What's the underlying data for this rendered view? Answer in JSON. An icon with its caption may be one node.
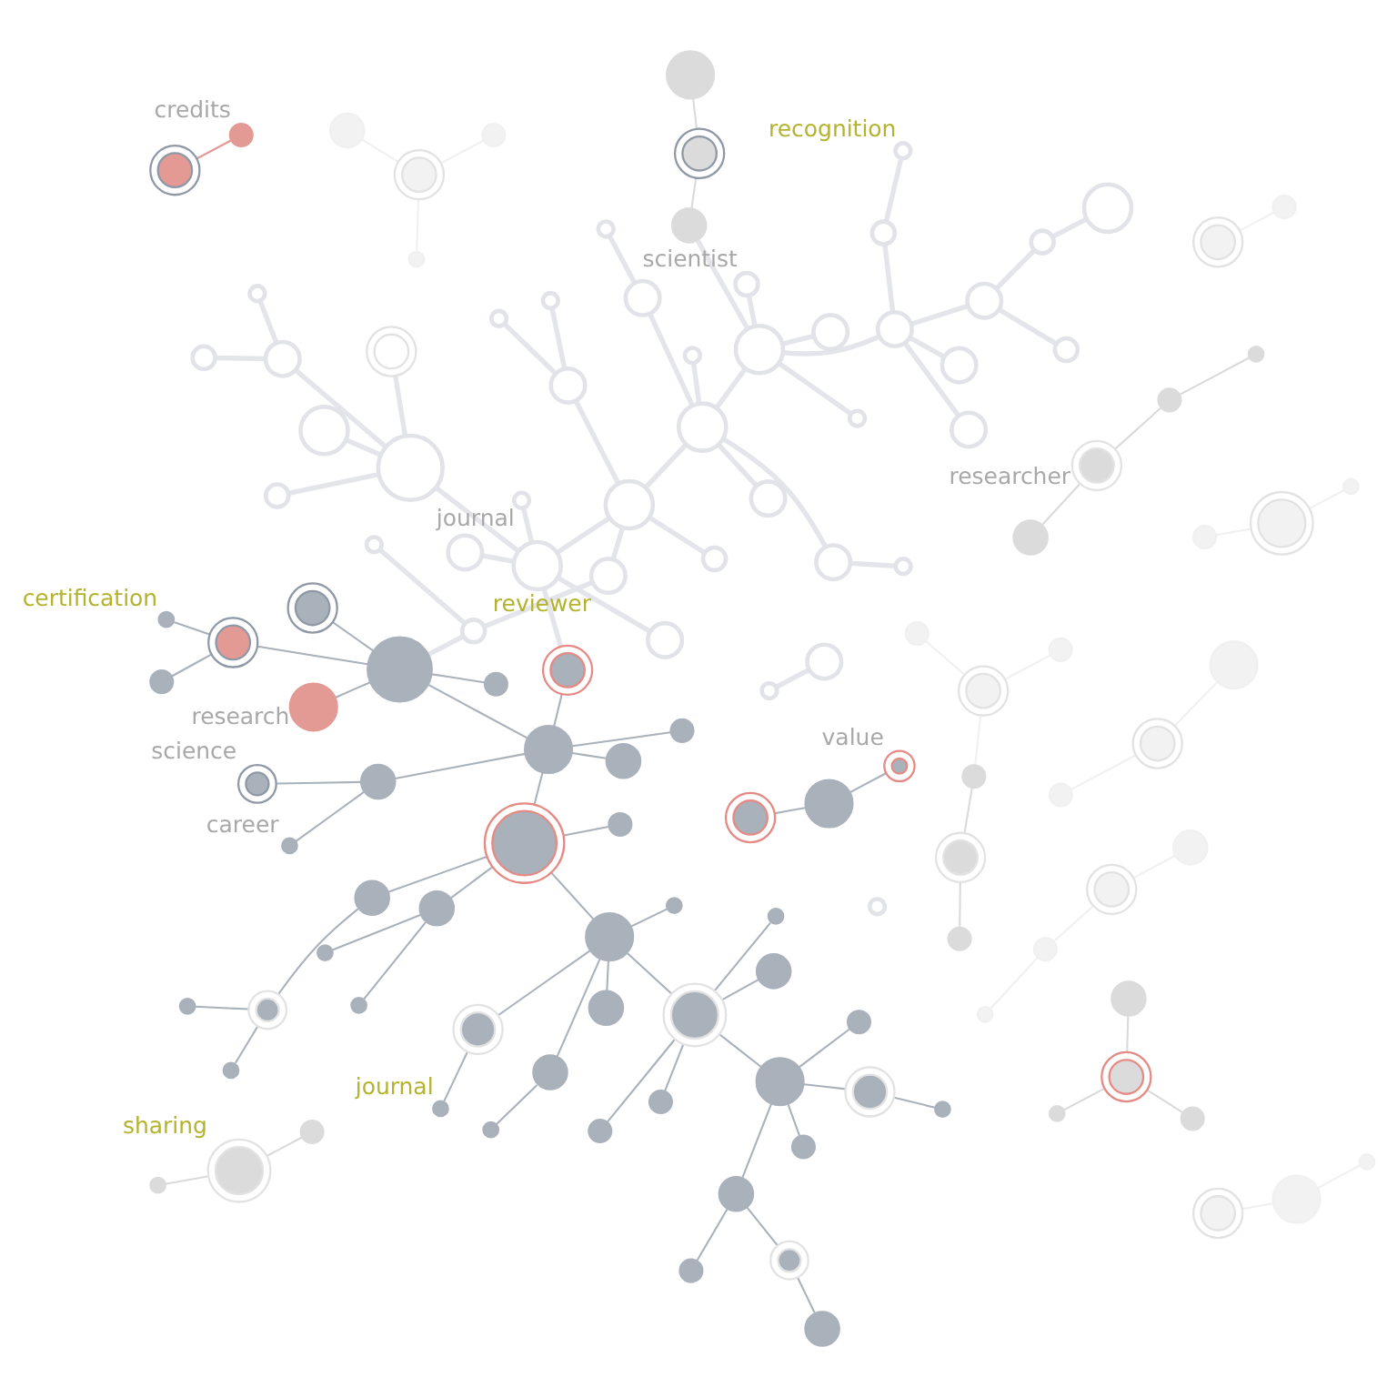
{
  "diagram": {
    "nodes": [
      {
        "text": [],
        "shape": "circle"
      },
      {
        "text": [],
        "shape": "circle"
      },
      {
        "text": [],
        "shape": "circle"
      },
      {
        "text": [],
        "shape": "circle"
      },
      {
        "text": [],
        "shape": "circle"
      },
      {
        "text": [],
        "shape": "circle"
      },
      {
        "text": [],
        "shape": "circle"
      },
      {
        "text": [],
        "shape": "circle"
      },
      {
        "text": [],
        "shape": "circle",
        "beside": [
          "value"
        ]
      },
      {
        "text": [],
        "shape": "circle"
      },
      {
        "text": [],
        "shape": "circle"
      },
      {
        "text": [],
        "shape": "circle"
      },
      {
        "text": [],
        "shape": "circle",
        "beside": [
          "scientist"
        ]
      },
      {
        "text": [],
        "shape": "circle"
      },
      {
        "text": [],
        "shape": "circle"
      },
      {
        "text": [],
        "shape": "circle",
        "beside": [
          "recognition"
        ]
      },
      {
        "text": [],
        "shape": "circle"
      },
      {
        "text": [],
        "shape": "circle"
      },
      {
        "text": [],
        "shape": "circle"
      },
      {
        "text": [],
        "shape": "circle",
        "beside": [
          "research"
        ]
      },
      {
        "text": [],
        "shape": "circle"
      },
      {
        "text": [],
        "shape": "circle"
      },
      {
        "text": [],
        "shape": "circle"
      },
      {
        "text": [],
        "shape": "circle"
      },
      {
        "text": [],
        "shape": "circle"
      },
      {
        "text": [],
        "shape": "circle"
      },
      {
        "text": [],
        "shape": "circle"
      },
      {
        "text": [],
        "shape": "circle",
        "beside": [
          "reviewer"
        ]
      },
      {
        "text": [],
        "shape": "circle"
      },
      {
        "text": [],
        "shape": "circle"
      },
      {
        "text": [],
        "shape": "circle",
        "beside": [
          "credits"
        ]
      },
      {
        "text": [],
        "shape": "circle"
      },
      {
        "text": [],
        "shape": "circle"
      },
      {
        "text": [],
        "shape": "circle"
      },
      {
        "text": [],
        "shape": "circle"
      },
      {
        "text": [],
        "shape": "circle",
        "beside": [
          "sharing"
        ]
      },
      {
        "text": [],
        "shape": "circle"
      },
      {
        "text": [],
        "shape": "circle"
      },
      {
        "text": [],
        "shape": "circle"
      },
      {
        "text": [],
        "shape": "circle"
      },
      {
        "text": [],
        "shape": "circle"
      },
      {
        "text": [],
        "shape": "circle"
      },
      {
        "text": [],
        "shape": "circle"
      },
      {
        "text": [],
        "shape": "circle",
        "beside": [
          "certification"
        ]
      },
      {
        "text": [],
        "shape": "circle"
      },
      {
        "text": [],
        "shape": "circle"
      },
      {
        "text": [],
        "shape": "circle"
      },
      {
        "text": [],
        "shape": "circle"
      },
      {
        "text": [],
        "shape": "circle"
      },
      {
        "text": [],
        "shape": "circle"
      },
      {
        "text": [],
        "shape": "circle"
      },
      {
        "text": [],
        "shape": "circle"
      },
      {
        "text": [],
        "shape": "circle",
        "beside": [
          "science"
        ]
      },
      {
        "text": [],
        "shape": "circle"
      },
      {
        "text": [],
        "shape": "circle"
      },
      {
        "text": [],
        "shape": "circle"
      },
      {
        "text": [],
        "shape": "circle"
      },
      {
        "text": [],
        "shape": "circle",
        "beside": [
          "career"
        ]
      },
      {
        "text": [],
        "shape": "circle"
      },
      {
        "text": [],
        "shape": "circle",
        "beside": [
          "journal"
        ]
      },
      {
        "text": [],
        "shape": "circle"
      },
      {
        "text": [],
        "shape": "circle"
      },
      {
        "text": [],
        "shape": "circle"
      },
      {
        "text": [],
        "shape": "circle"
      },
      {
        "text": [],
        "shape": "circle"
      },
      {
        "text": [],
        "shape": "circle"
      },
      {
        "text": [],
        "shape": "circle"
      },
      {
        "text": [],
        "shape": "circle"
      },
      {
        "text": [],
        "shape": "circle"
      },
      {
        "text": [],
        "shape": "circle"
      },
      {
        "text": [],
        "shape": "circle"
      },
      {
        "text": [],
        "shape": "circle"
      },
      {
        "text": [],
        "shape": "circle"
      },
      {
        "text": [],
        "shape": "circle",
        "beside": [
          "journal"
        ]
      },
      {
        "text": [],
        "shape": "circle"
      },
      {
        "text": [],
        "shape": "circle"
      },
      {
        "text": [],
        "shape": "circle"
      },
      {
        "text": [],
        "shape": "circle"
      },
      {
        "text": [],
        "shape": "circle"
      },
      {
        "text": [],
        "shape": "circle"
      },
      {
        "text": [],
        "shape": "circle"
      },
      {
        "text": [],
        "shape": "circle"
      },
      {
        "text": [],
        "shape": "circle"
      },
      {
        "text": [],
        "shape": "circle"
      },
      {
        "text": [],
        "shape": "circle"
      },
      {
        "text": [],
        "shape": "circle"
      },
      {
        "text": [],
        "shape": "circle"
      },
      {
        "text": [],
        "shape": "circle"
      },
      {
        "text": [],
        "shape": "circle"
      },
      {
        "text": [],
        "shape": "circle"
      },
      {
        "text": [],
        "shape": "circle"
      },
      {
        "text": [],
        "shape": "circle"
      },
      {
        "text": [],
        "shape": "circle"
      },
      {
        "text": [],
        "shape": "circle"
      },
      {
        "text": [],
        "shape": "circle"
      },
      {
        "text": [],
        "shape": "circle"
      },
      {
        "text": [],
        "shape": "circle"
      },
      {
        "text": [],
        "shape": "circle"
      },
      {
        "text": [],
        "shape": "circle"
      },
      {
        "text": [],
        "shape": "circle"
      },
      {
        "text": [],
        "shape": "circle"
      },
      {
        "text": [],
        "shape": "circle"
      },
      {
        "text": [],
        "shape": "circle"
      },
      {
        "text": [],
        "shape": "circle"
      },
      {
        "text": [],
        "shape": "circle"
      },
      {
        "text": [],
        "shape": "circle"
      },
      {
        "text": [],
        "shape": "circle"
      },
      {
        "text": [],
        "shape": "circle"
      },
      {
        "text": [],
        "shape": "circle"
      },
      {
        "text": [],
        "shape": "circle"
      },
      {
        "text": [],
        "shape": "circle"
      },
      {
        "text": [],
        "shape": "circle"
      },
      {
        "text": [],
        "shape": "circle"
      },
      {
        "text": [],
        "shape": "circle"
      },
      {
        "text": [],
        "shape": "circle"
      },
      {
        "text": [],
        "shape": "circle"
      },
      {
        "text": [],
        "shape": "circle",
        "beside": [
          "researcher"
        ]
      },
      {
        "text": [],
        "shape": "circle"
      },
      {
        "text": [],
        "shape": "circle"
      },
      {
        "text": [],
        "shape": "circle"
      },
      {
        "text": [],
        "shape": "circle"
      },
      {
        "text": [],
        "shape": "circle"
      },
      {
        "text": [],
        "shape": "circle"
      },
      {
        "text": [],
        "shape": "circle"
      },
      {
        "text": [],
        "shape": "circle"
      },
      {
        "text": [],
        "shape": "circle"
      },
      {
        "text": [],
        "shape": "circle"
      },
      {
        "text": [],
        "shape": "circle"
      },
      {
        "text": [],
        "shape": "circle"
      },
      {
        "text": [],
        "shape": "circle"
      }
    ],
    "edges": [
      {
        "from": 0,
        "to": 1,
        "arrow": "none",
        "style": "thick",
        "color": "#e3e5ea"
      },
      {
        "from": 1,
        "to": 4,
        "arrow": "none",
        "style": "thick",
        "color": "#e3e5ea"
      },
      {
        "from": 4,
        "to": 5,
        "arrow": "none",
        "style": "thick",
        "color": "#e3e5ea"
      },
      {
        "from": 4,
        "to": 7,
        "arrow": "none",
        "style": "thick",
        "color": "#e3e5ea"
      },
      {
        "from": 3,
        "to": 7,
        "arrow": "none",
        "style": "thick",
        "color": "#e3e5ea"
      },
      {
        "from": 7,
        "to": 13,
        "arrow": "none",
        "style": "thick",
        "color": "#e3e5ea"
      },
      {
        "from": 7,
        "to": 11,
        "arrow": "none",
        "style": "thick",
        "color": "#e3e5ea"
      },
      {
        "from": 11,
        "to": 15,
        "arrow": "none",
        "style": "thick",
        "color": "#e3e5ea"
      },
      {
        "from": 7,
        "to": 9,
        "arrow": "none",
        "style": "thick",
        "color": "#e3e5ea"
      },
      {
        "from": 2,
        "to": 9,
        "arrow": "none",
        "style": "thick",
        "color": "#e3e5ea"
      },
      {
        "from": 6,
        "to": 9,
        "arrow": "none",
        "style": "thick",
        "color": "#e3e5ea"
      },
      {
        "from": 9,
        "to": 12,
        "arrow": "none",
        "style": "thick",
        "color": "#e3e5ea"
      },
      {
        "from": 9,
        "to": 14,
        "arrow": "none",
        "style": "thick",
        "color": "#e3e5ea"
      },
      {
        "from": 9,
        "to": 24,
        "arrow": "none",
        "style": "thick",
        "color": "#e3e5ea"
      },
      {
        "from": 14,
        "to": 17,
        "arrow": "none",
        "color": "#dadada"
      },
      {
        "from": 16,
        "to": 17,
        "arrow": "none",
        "color": "#dadada"
      },
      {
        "from": 23,
        "to": 24,
        "arrow": "none",
        "style": "thick",
        "color": "#e3e5ea"
      },
      {
        "from": 18,
        "to": 24,
        "arrow": "none",
        "style": "thick",
        "color": "#e3e5ea"
      },
      {
        "from": 18,
        "to": 20,
        "arrow": "none",
        "style": "thick",
        "color": "#e3e5ea"
      },
      {
        "from": 24,
        "to": 29,
        "arrow": "none",
        "style": "thick",
        "color": "#e3e5ea"
      },
      {
        "from": 24,
        "to": 36,
        "arrow": "none",
        "style": "thick",
        "color": "#e3e5ea"
      },
      {
        "from": 28,
        "to": 35,
        "arrow": "none",
        "color": "#dadada"
      },
      {
        "from": 35,
        "to": 40,
        "arrow": "none",
        "color": "#dadada"
      },
      {
        "from": 36,
        "to": 42,
        "arrow": "none",
        "style": "thick",
        "color": "#e3e5ea"
      },
      {
        "from": 24,
        "to": 46,
        "arrow": "none",
        "style": "thick",
        "color": "#e3e5ea"
      },
      {
        "from": 27,
        "to": 46,
        "arrow": "none",
        "style": "thick",
        "color": "#e3e5ea"
      },
      {
        "from": 45,
        "to": 46,
        "arrow": "none",
        "style": "thick",
        "color": "#e3e5ea"
      },
      {
        "from": 46,
        "to": 49,
        "arrow": "none",
        "style": "thick",
        "color": "#e3e5ea"
      },
      {
        "from": 46,
        "to": 65,
        "arrow": "none",
        "style": "thick",
        "color": "#e3e5ea"
      },
      {
        "from": 49,
        "to": 51,
        "arrow": "none",
        "style": "thick",
        "color": "#e3e5ea"
      },
      {
        "from": 49,
        "to": 58,
        "arrow": "none",
        "style": "thick",
        "color": "#e3e5ea"
      },
      {
        "from": 37,
        "to": 39,
        "arrow": "none",
        "color": "#dadada"
      },
      {
        "from": 37,
        "to": 47,
        "arrow": "none",
        "color": "#dadada"
      },
      {
        "from": 37,
        "to": 50,
        "arrow": "none",
        "color": "#dadada"
      },
      {
        "from": 8,
        "to": 10,
        "arrow": "none"
      },
      {
        "from": 10,
        "to": 21,
        "arrow": "none"
      },
      {
        "from": 22,
        "to": 25,
        "arrow": "none",
        "color": "#f0f0f0"
      },
      {
        "from": 25,
        "to": 38,
        "arrow": "none",
        "color": "#f0f0f0"
      },
      {
        "from": 38,
        "to": 48,
        "arrow": "none",
        "color": "#f0f0f0"
      },
      {
        "from": 19,
        "to": 34,
        "arrow": "none"
      },
      {
        "from": 26,
        "to": 34,
        "arrow": "none",
        "style": "thick",
        "color": "#e3e5ea"
      },
      {
        "from": 26,
        "to": 27,
        "arrow": "none",
        "style": "thick",
        "color": "#e3e5ea"
      },
      {
        "from": 26,
        "to": 32,
        "arrow": "none",
        "style": "thick",
        "color": "#e3e5ea"
      },
      {
        "from": 33,
        "to": 34,
        "arrow": "none"
      },
      {
        "from": 34,
        "to": 41,
        "arrow": "none"
      },
      {
        "from": 34,
        "to": 44,
        "arrow": "none"
      },
      {
        "from": 30,
        "to": 31,
        "arrow": "none",
        "color": "#e39a95"
      },
      {
        "from": 43,
        "to": 44,
        "arrow": "none"
      },
      {
        "from": 44,
        "to": 56,
        "arrow": "none"
      },
      {
        "from": 55,
        "to": 65,
        "arrow": "none",
        "style": "thick",
        "color": "#e3e5ea"
      },
      {
        "from": 59,
        "to": 65,
        "arrow": "none",
        "style": "thick",
        "color": "#e3e5ea"
      },
      {
        "from": 65,
        "to": 75,
        "arrow": "none",
        "style": "thick",
        "color": "#e3e5ea"
      },
      {
        "from": 65,
        "to": 71,
        "arrow": "none",
        "style": "thick",
        "color": "#e3e5ea"
      },
      {
        "from": 65,
        "to": 107,
        "arrow": "none",
        "style": "thick",
        "color": "#e3e5ea"
      },
      {
        "from": 70,
        "to": 72,
        "arrow": "none",
        "style": "thick",
        "color": "#e3e5ea"
      },
      {
        "from": 71,
        "to": 74,
        "arrow": "none"
      },
      {
        "from": 34,
        "to": 74,
        "arrow": "none"
      },
      {
        "from": 52,
        "to": 63,
        "arrow": "none"
      },
      {
        "from": 57,
        "to": 63,
        "arrow": "none"
      },
      {
        "from": 63,
        "to": 74,
        "arrow": "none"
      },
      {
        "from": 74,
        "to": 84,
        "arrow": "none"
      },
      {
        "from": 74,
        "to": 92,
        "arrow": "none"
      },
      {
        "from": 66,
        "to": 74,
        "arrow": "none"
      },
      {
        "from": 69,
        "to": 78,
        "arrow": "none",
        "color": "#f0f0f0"
      },
      {
        "from": 78,
        "to": 87,
        "arrow": "none",
        "color": "#f0f0f0"
      },
      {
        "from": 78,
        "to": 79,
        "arrow": "none",
        "color": "#f0f0f0"
      },
      {
        "from": 77,
        "to": 79,
        "arrow": "none",
        "color": "#dadada"
      },
      {
        "from": 77,
        "to": 91,
        "arrow": "none",
        "color": "#dadada"
      },
      {
        "from": 94,
        "to": 103,
        "arrow": "none",
        "style": "thick",
        "color": "#e3e5ea"
      },
      {
        "from": 103,
        "to": 110,
        "arrow": "none",
        "style": "thick",
        "color": "#e3e5ea"
      },
      {
        "from": 103,
        "to": 107,
        "arrow": "none",
        "style": "thick",
        "color": "#e3e5ea"
      },
      {
        "from": 100,
        "to": 107,
        "arrow": "none",
        "style": "thick",
        "color": "#e3e5ea"
      },
      {
        "from": 101,
        "to": 107,
        "arrow": "none",
        "style": "thick",
        "color": "#e3e5ea"
      },
      {
        "from": 107,
        "to": 117,
        "arrow": "none",
        "style": "thick",
        "color": "#e3e5ea"
      },
      {
        "from": 93,
        "to": 108,
        "arrow": "none",
        "color": "#dadada"
      },
      {
        "from": 108,
        "to": 116,
        "arrow": "none",
        "color": "#dadada"
      },
      {
        "from": 116,
        "to": 122,
        "arrow": "none",
        "color": "#dadada"
      },
      {
        "from": 121,
        "to": 126,
        "arrow": "none",
        "color": "#f0f0f0"
      },
      {
        "from": 123,
        "to": 128,
        "arrow": "none",
        "color": "#f0f0f0"
      },
      {
        "from": 128,
        "to": 129,
        "arrow": "none",
        "color": "#f0f0f0"
      },
      {
        "from": 64,
        "to": 80,
        "arrow": "none",
        "color": "#f0f0f0"
      },
      {
        "from": 76,
        "to": 80,
        "arrow": "none",
        "color": "#f0f0f0"
      },
      {
        "from": 80,
        "to": 81,
        "arrow": "none",
        "color": "#f0f0f0"
      },
      {
        "from": 67,
        "to": 68,
        "arrow": "none",
        "color": "#f0f0f0"
      },
      {
        "from": 68,
        "to": 82,
        "arrow": "none",
        "color": "#f0f0f0"
      },
      {
        "from": 102,
        "to": 104,
        "arrow": "none"
      },
      {
        "from": 97,
        "to": 104,
        "arrow": "none"
      },
      {
        "from": 98,
        "to": 104,
        "arrow": "none"
      },
      {
        "from": 66,
        "to": 98,
        "arrow": "none"
      },
      {
        "from": 66,
        "to": 86,
        "arrow": "none"
      },
      {
        "from": 109,
        "to": 112,
        "arrow": "none",
        "color": "#f0f0f0"
      },
      {
        "from": 109,
        "to": 115,
        "arrow": "none",
        "color": "#f0f0f0"
      },
      {
        "from": 61,
        "to": 66,
        "arrow": "none"
      },
      {
        "from": 53,
        "to": 61,
        "arrow": "none"
      },
      {
        "from": 60,
        "to": 61,
        "arrow": "none"
      },
      {
        "from": 66,
        "to": 90,
        "arrow": "none"
      },
      {
        "from": 62,
        "to": 90,
        "arrow": "none"
      },
      {
        "from": 54,
        "to": 62,
        "arrow": "none"
      },
      {
        "from": 83,
        "to": 90,
        "arrow": "none"
      },
      {
        "from": 90,
        "to": 96,
        "arrow": "none"
      },
      {
        "from": 88,
        "to": 90,
        "arrow": "none"
      },
      {
        "from": 73,
        "to": 88,
        "arrow": "none"
      },
      {
        "from": 90,
        "to": 114,
        "arrow": "none"
      },
      {
        "from": 114,
        "to": 118,
        "arrow": "none"
      },
      {
        "from": 106,
        "to": 114,
        "arrow": "none"
      },
      {
        "from": 114,
        "to": 119,
        "arrow": "none"
      },
      {
        "from": 114,
        "to": 127,
        "arrow": "none"
      },
      {
        "from": 111,
        "to": 114,
        "arrow": "none"
      },
      {
        "from": 99,
        "to": 111,
        "arrow": "none"
      },
      {
        "from": 111,
        "to": 120,
        "arrow": "none"
      },
      {
        "from": 95,
        "to": 111,
        "arrow": "none"
      },
      {
        "from": 89,
        "to": 95,
        "arrow": "none"
      },
      {
        "from": 111,
        "to": 113,
        "arrow": "none"
      },
      {
        "from": 105,
        "to": 113,
        "arrow": "none"
      },
      {
        "from": 113,
        "to": 124,
        "arrow": "none"
      },
      {
        "from": 124,
        "to": 125,
        "arrow": "none"
      }
    ]
  }
}
